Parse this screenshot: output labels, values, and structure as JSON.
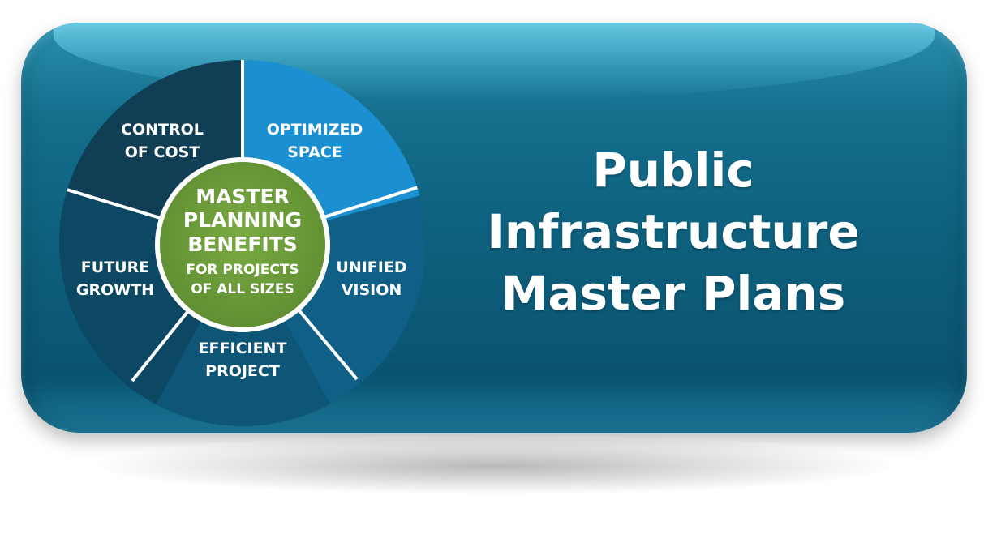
{
  "diagram": {
    "center": {
      "lines": [
        "MASTER",
        "PLANNING",
        "BENEFITS"
      ],
      "sub_lines": [
        "FOR PROJECTS",
        "OF ALL SIZES"
      ]
    },
    "segments": [
      {
        "lines": [
          "CONTROL",
          "OF COST"
        ],
        "color": "#103f55"
      },
      {
        "lines": [
          "OPTIMIZED",
          "SPACE"
        ],
        "color": "#1b8fcf"
      },
      {
        "lines": [
          "UNIFIED",
          "VISION"
        ],
        "color": "#0f5f86"
      },
      {
        "lines": [
          "EFFICIENT",
          "PROJECT"
        ],
        "color": "#0d5677"
      },
      {
        "lines": [
          "FUTURE",
          "GROWTH"
        ],
        "color": "#0c4763"
      }
    ],
    "center_color": "#6c9a3a"
  },
  "title": {
    "lines": [
      "Public",
      "Infrastructure",
      "Master Plans"
    ]
  },
  "colors": {
    "button": "#0d5f7c",
    "text": "#ffffff"
  }
}
